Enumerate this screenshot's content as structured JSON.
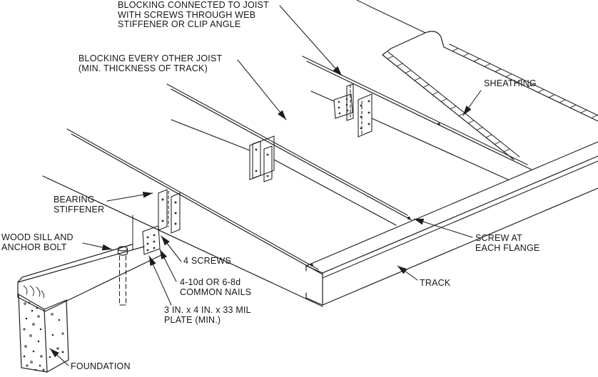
{
  "figure": {
    "background": "#ffffff",
    "line_color": "#1d1d1d",
    "labels": {
      "blocking_connected": "BLOCKING CONNECTED TO JOIST\nWITH SCREWS THROUGH WEB\nSTIFFENER OR CLIP ANGLE",
      "blocking_every_other": "BLOCKING EVERY OTHER JOIST\n(MIN. THICKNESS OF TRACK)",
      "sheathing": "SHEATHING",
      "bearing_stiffener": "BEARING\nSTIFFENER",
      "wood_sill_anchor": "WOOD SILL AND\nANCHOR BOLT",
      "four_screws": "4 SCREWS",
      "common_nails": "4-10d OR 6-8d\nCOMMON NAILS",
      "mil_plate": "3 IN. x 4 IN. x 33 MIL\nPLATE (MIN.)",
      "screw_each_flange": "SCREW AT\nEACH FLANGE",
      "track": "TRACK",
      "foundation": "FOUNDATION"
    }
  }
}
